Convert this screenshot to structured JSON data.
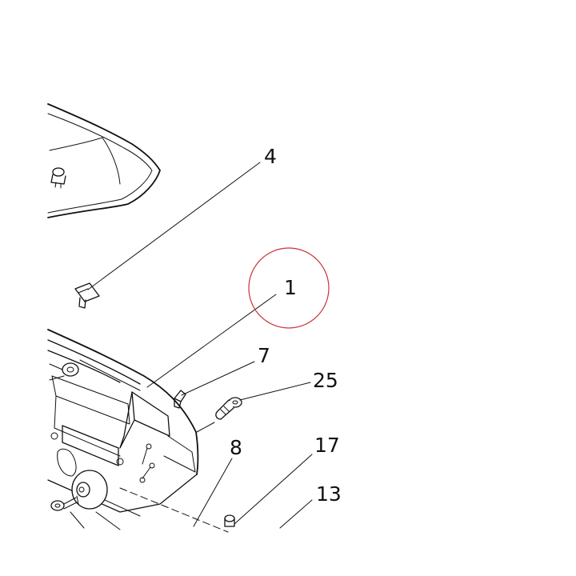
{
  "diagram": {
    "callouts": [
      {
        "id": "4",
        "label": "4"
      },
      {
        "id": "1",
        "label": "1",
        "highlighted": true
      },
      {
        "id": "7",
        "label": "7"
      },
      {
        "id": "25",
        "label": "25"
      },
      {
        "id": "8",
        "label": "8"
      },
      {
        "id": "17",
        "label": "17"
      },
      {
        "id": "13",
        "label": "13"
      }
    ],
    "colors": {
      "line": "#111111",
      "highlight_circle": "#c8323c",
      "background": "#ffffff"
    }
  }
}
